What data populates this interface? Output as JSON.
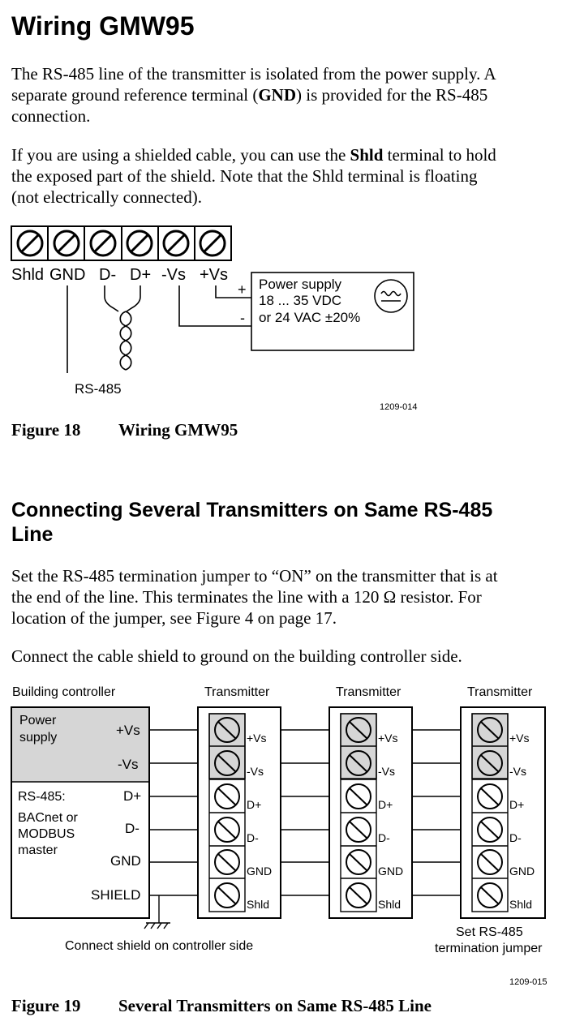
{
  "section1": {
    "title": "Wiring GMW95",
    "para1": [
      "The RS-485 line of the transmitter is isolated from the power supply. A",
      "separate ground reference terminal (",
      "GND",
      ") is provided for the RS-485",
      "connection."
    ],
    "para2": [
      "If you are using a shielded cable, you can use the ",
      "Shld",
      " terminal to hold",
      "the exposed part of the shield. Note that the Shld terminal is floating",
      "(not electrically connected)."
    ]
  },
  "figure18": {
    "terminals": [
      "Shld",
      "GND",
      "D-",
      "D+",
      "-Vs",
      "+Vs"
    ],
    "plus": "+",
    "minus": "-",
    "ps_line1": "Power supply",
    "ps_line2": "18 ... 35 VDC",
    "ps_line3": "or 24 VAC ±20%",
    "rs485": "RS-485",
    "code": "1209-014",
    "caption_num": "Figure 18",
    "caption_title": "Wiring GMW95"
  },
  "section2": {
    "title_line1": "Connecting Several Transmitters on Same RS-485",
    "title_line2": "Line",
    "para1": [
      "Set the RS-485 termination jumper to “ON” on the transmitter that is at",
      "the end of the line. This terminates the line with a 120 Ω resistor. For",
      "location of the jumper, see Figure 4 on page 17."
    ],
    "para2": "Connect the cable shield to ground on the building controller side."
  },
  "figure19": {
    "building_controller": "Building controller",
    "transmitters": [
      "Transmitter",
      "Transmitter",
      "Transmitter"
    ],
    "power_line1": "Power",
    "power_line2": "supply",
    "vs_plus": "+Vs",
    "vs_minus": "-Vs",
    "rs485_label": "RS-485:",
    "bacnet_line1": "BACnet or",
    "bacnet_line2": "MODBUS",
    "bacnet_line3": "master",
    "d_plus": "D+",
    "d_minus": "D-",
    "gnd": "GND",
    "shield": "SHIELD",
    "terminal_labels": [
      "+Vs",
      "-Vs",
      "D+",
      "D-",
      "GND",
      "Shld"
    ],
    "connect_shield": "Connect shield on controller side",
    "set_line1": "Set RS-485",
    "set_line2": "termination jumper",
    "code": "1209-015",
    "caption_num": "Figure 19",
    "caption_title": "Several Transmitters on Same RS-485 Line"
  }
}
